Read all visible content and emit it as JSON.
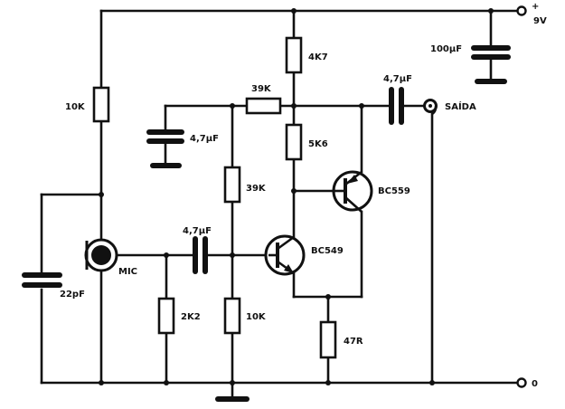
{
  "supply": {
    "plus": "+",
    "voltage": "9V"
  },
  "ground_terminal": "0",
  "output_label": "SAÍDA",
  "components": {
    "r_10k_top": "10K",
    "r_4k7": "4K7",
    "r_39k_h": "39K",
    "r_5k6": "5K6",
    "r_39k_v": "39K",
    "r_2k2": "2K2",
    "r_10k_bottom": "10K",
    "r_47r": "47R",
    "c_100uf": "100µF",
    "c_out": "4,7µF",
    "c_dec": "4,7µF",
    "c_in": "4,7µF",
    "c_22pf": "22pF",
    "mic": "MIC",
    "q1": "BC549",
    "q2": "BC559"
  }
}
